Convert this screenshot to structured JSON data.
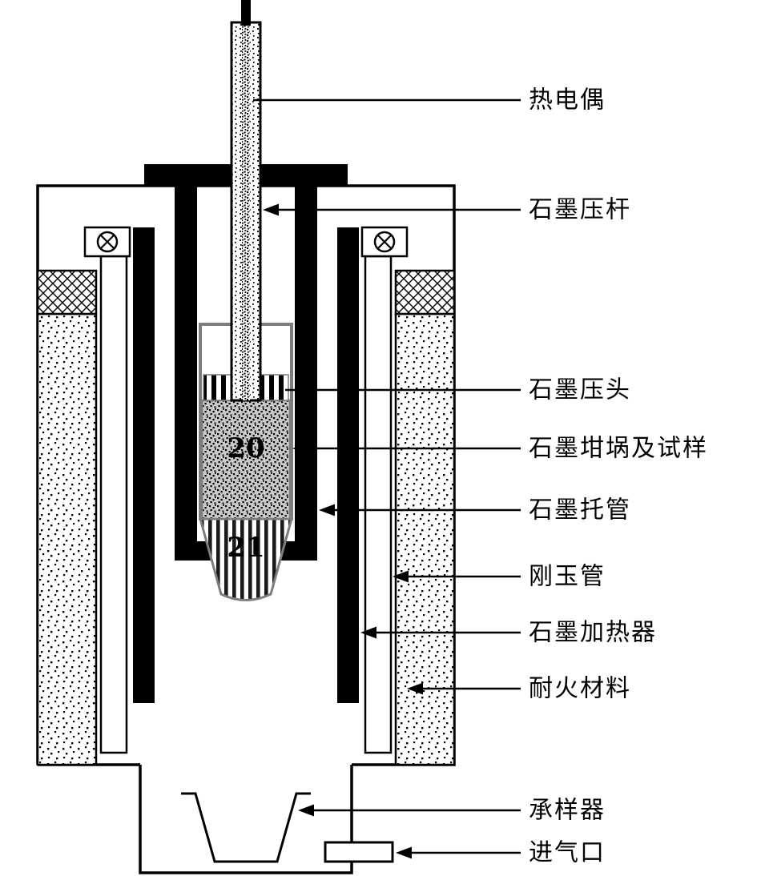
{
  "diagram": {
    "callouts": [
      {
        "id": "thermocouple",
        "text": "热电偶"
      },
      {
        "id": "graphite-press-rod",
        "text": "石墨压杆"
      },
      {
        "id": "graphite-press-head",
        "text": "石墨压头"
      },
      {
        "id": "graphite-crucible-and-sample",
        "text": "石墨坩埚及试样"
      },
      {
        "id": "graphite-support-tube",
        "text": "石墨托管"
      },
      {
        "id": "corundum-tube",
        "text": "刚玉管"
      },
      {
        "id": "graphite-heater",
        "text": "石墨加热器"
      },
      {
        "id": "refractory-material",
        "text": "耐火材料"
      },
      {
        "id": "sample-holder",
        "text": "承样器"
      },
      {
        "id": "gas-inlet",
        "text": "进气口"
      }
    ],
    "part_numbers": {
      "crucible_sample": "20",
      "funnel": "21"
    },
    "colors": {
      "ink": "#000000",
      "assembly_outline": "#7d7d7d",
      "background": "#ffffff"
    }
  }
}
